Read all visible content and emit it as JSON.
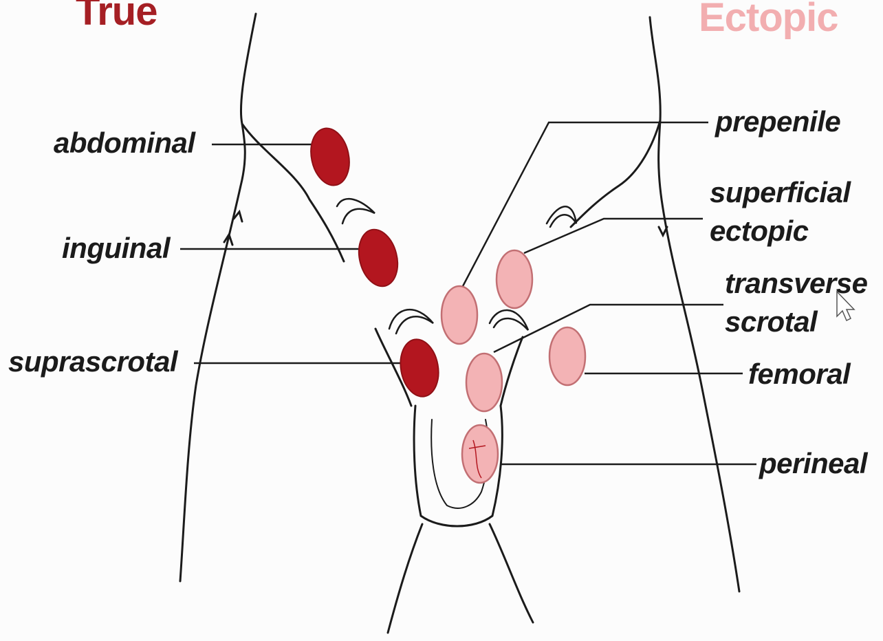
{
  "headings": {
    "true": {
      "text": "True",
      "color": "#a51f24"
    },
    "ectopic": {
      "text": "Ectopic",
      "color": "#f2aeb0"
    }
  },
  "labels": {
    "abdominal": "abdominal",
    "inguinal": "inguinal",
    "suprascrotal": "suprascrotal",
    "prepenile": "prepenile",
    "superficial_ectopic": "superficial\nectopic",
    "transverse_scrotal": "transverse\nscrotal",
    "femoral": "femoral",
    "perineal": "perineal"
  },
  "colors": {
    "true_testis": "#b3161f",
    "ectopic_testis": "#f3b3b5",
    "outline": "#1b1b1b"
  },
  "icons": {
    "cursor": "mouse-pointer-icon"
  }
}
